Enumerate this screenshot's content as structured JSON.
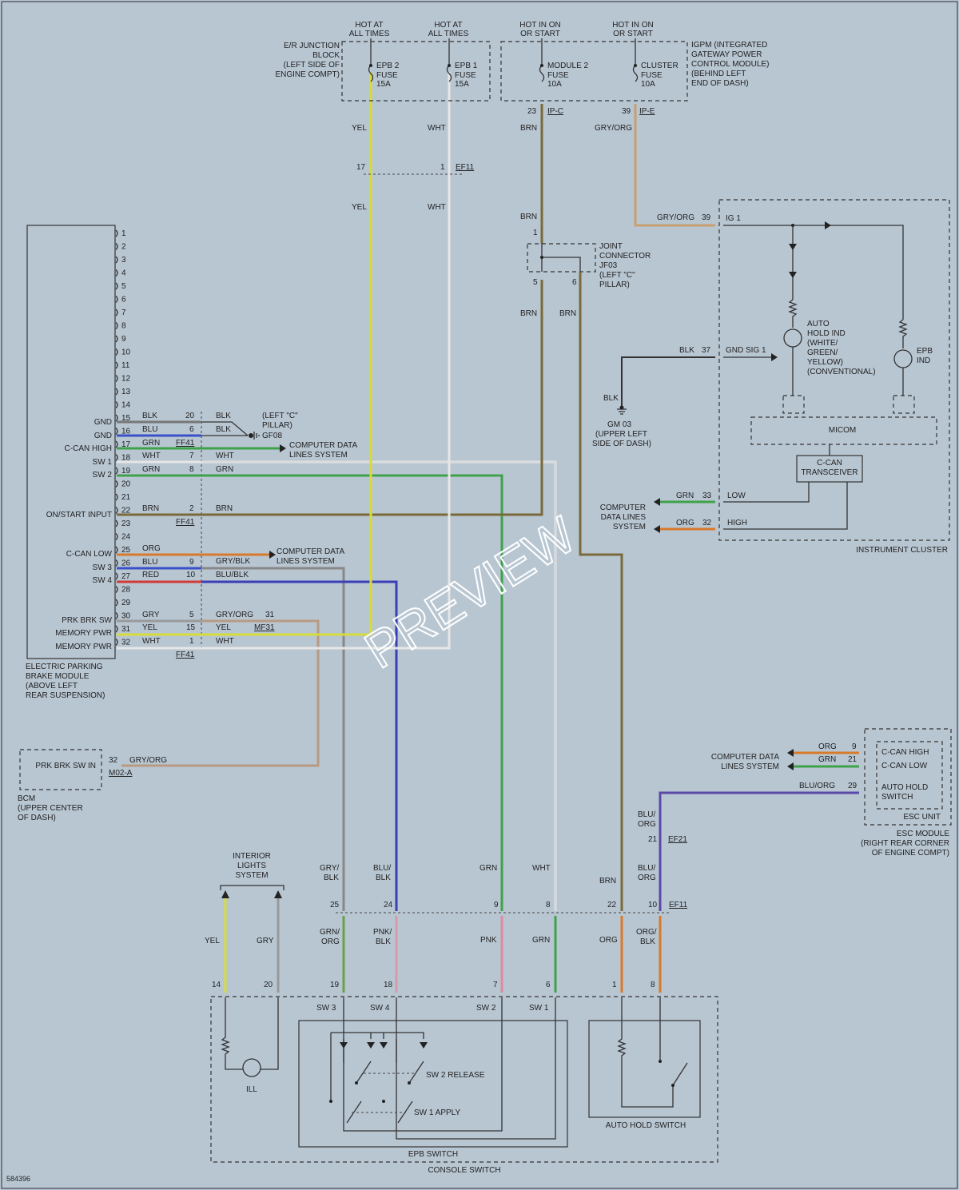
{
  "watermark": "PREVIEW",
  "figure_id": "584396",
  "epb_module": {
    "title": [
      "ELECTRIC PARKING",
      "BRAKE MODULE",
      "(ABOVE LEFT",
      "REAR SUSPENSION)"
    ],
    "pins": [
      "1",
      "2",
      "3",
      "4",
      "5",
      "6",
      "7",
      "8",
      "9",
      "10",
      "11",
      "12",
      "13",
      "14",
      "15",
      "16",
      "17",
      "18",
      "19",
      "20",
      "21",
      "22",
      "23",
      "24",
      "25",
      "26",
      "27",
      "28",
      "29",
      "30",
      "31",
      "32"
    ],
    "labels": {
      "p15": "GND",
      "p16": "GND",
      "p17": "C-CAN HIGH",
      "p18": "SW 1",
      "p19": "SW 2",
      "p22": "ON/START INPUT",
      "p25": "C-CAN LOW",
      "p26": "SW 3",
      "p27": "SW 4",
      "p30": "PRK BRK SW",
      "p31": "MEMORY PWR",
      "p32": "MEMORY PWR"
    }
  },
  "wires": {
    "w15": "BLK",
    "w16": "BLU",
    "w17": "GRN",
    "w18": "WHT",
    "w19": "GRN",
    "w22": "BRN",
    "w25": "ORG",
    "w26": "BLU",
    "w27": "RED",
    "w30": "GRY",
    "w31": "YEL",
    "w32": "WHT",
    "ff_p20": "20",
    "ff_p6": "6",
    "ff_p7": "7",
    "ff_p8": "8",
    "ff_p2": "2",
    "ff_p9": "9",
    "ff_p10": "10",
    "ff_p5": "5",
    "ff_p15": "15",
    "ff_p1": "1",
    "r20": "BLK",
    "r6": "BLK",
    "r7": "WHT",
    "r8": "GRN",
    "r2": "BRN",
    "r9": "GRY/BLK",
    "r10": "BLU/BLK",
    "r5": "GRY/ORG",
    "r15": "YEL",
    "r1": "WHT",
    "mf31_pin": "31"
  },
  "connectors": {
    "ff41": "FF41",
    "mf31": "MF31",
    "ef11": "EF11",
    "ef21": "EF21",
    "ipc": "IP-C",
    "ipe": "IP-E",
    "m02a": "M02-A"
  },
  "ground_gf08": {
    "label": [
      "(LEFT \"C\"",
      "PILLAR)"
    ],
    "id": "GF08"
  },
  "ground_gm03": {
    "id": "GM 03",
    "label": [
      "(UPPER LEFT",
      "SIDE OF DASH)"
    ],
    "wire": "BLK"
  },
  "cdl": [
    "COMPUTER DATA",
    "LINES SYSTEM"
  ],
  "cdl3": [
    "COMPUTER",
    "DATA LINES",
    "SYSTEM"
  ],
  "ej_block": {
    "title": [
      "E/R JUNCTION",
      "BLOCK",
      "(LEFT SIDE OF",
      "ENGINE COMPT)"
    ],
    "hot1": [
      "HOT AT",
      "ALL TIMES"
    ],
    "hot2": [
      "HOT AT",
      "ALL TIMES"
    ],
    "fuse1": [
      "EPB 2",
      "FUSE",
      "15A"
    ],
    "fuse2": [
      "EPB 1",
      "FUSE",
      "15A"
    ]
  },
  "igpm": {
    "title": [
      "IGPM (INTEGRATED",
      "GATEWAY POWER",
      "CONTROL MODULE)",
      "(BEHIND LEFT",
      "END OF DASH)"
    ],
    "hot1": [
      "HOT IN ON",
      "OR START"
    ],
    "hot2": [
      "HOT IN ON",
      "OR START"
    ],
    "fuse1": [
      "MODULE 2",
      "FUSE",
      "10A"
    ],
    "fuse2": [
      "CLUSTER",
      "FUSE",
      "10A"
    ],
    "pin1": "23",
    "pin2": "39"
  },
  "top_wires": {
    "yel": "YEL",
    "wht": "WHT",
    "brn": "BRN",
    "gryorg": "GRY/ORG",
    "ef11_p17": "17",
    "ef11_p1": "1",
    "brn2": "BRN",
    "jp1": "1",
    "jp5": "5",
    "jp6": "6",
    "brn3": "BRN",
    "brn4": "BRN",
    "brn5": "BRN"
  },
  "joint": [
    "JOINT",
    "CONNECTOR",
    "JF03",
    "(LEFT \"C\"",
    "PILLAR)"
  ],
  "cluster": {
    "title": "INSTRUMENT CLUSTER",
    "p39": "39",
    "ig1": "IG 1",
    "gryorg": "GRY/ORG",
    "p37": "37",
    "gnd_sig": "GND SIG 1",
    "blk": "BLK",
    "auto_hold": [
      "AUTO",
      "HOLD IND",
      "(WHITE/",
      "GREEN/",
      "YELLOW)",
      "(CONVENTIONAL)"
    ],
    "epb_ind": [
      "EPB",
      "IND"
    ],
    "micom": "MICOM",
    "ccan": [
      "C-CAN",
      "TRANSCEIVER"
    ],
    "p33": "33",
    "low": "LOW",
    "grn": "GRN",
    "p32": "32",
    "high": "HIGH",
    "org": "ORG"
  },
  "bcm": {
    "title": [
      "BCM",
      "(UPPER CENTER",
      "OF DASH)"
    ],
    "pin_label": "PRK BRK SW IN",
    "pin": "32",
    "wire": "GRY/ORG"
  },
  "esc": {
    "unit": "ESC UNIT",
    "module": [
      "ESC MODULE",
      "(RIGHT REAR CORNER",
      "OF ENGINE COMPT)"
    ],
    "ch": "C-CAN HIGH",
    "cl": "C-CAN LOW",
    "ah": [
      "AUTO HOLD",
      "SWITCH"
    ],
    "p9": "9",
    "p21": "21",
    "p29": "29",
    "org": "ORG",
    "grn": "GRN",
    "bluorg": "BLU/ORG"
  },
  "ef21_wire": [
    "BLU/",
    "ORG"
  ],
  "ef21_pin": "21",
  "mid": {
    "gryblk": [
      "GRY/",
      "BLK"
    ],
    "blublk": [
      "BLU/",
      "BLK"
    ],
    "grn": "GRN",
    "wht": "WHT",
    "brn": "BRN",
    "bluorg": [
      "BLU/",
      "ORG"
    ],
    "p25": "25",
    "p24": "24",
    "p9": "9",
    "p8": "8",
    "p22": "22",
    "p10": "10",
    "grnorg": [
      "GRN/",
      "ORG"
    ],
    "pnkblk": [
      "PNK/",
      "BLK"
    ],
    "pnk": "PNK",
    "grn2": "GRN",
    "org": "ORG",
    "orgblk": [
      "ORG/",
      "BLK"
    ]
  },
  "interior": [
    "INTERIOR",
    "LIGHTS",
    "SYSTEM"
  ],
  "bottom": {
    "yel": "YEL",
    "gry": "GRY",
    "p14": "14",
    "p20": "20",
    "p19": "19",
    "p18": "18",
    "p7": "7",
    "p6": "6",
    "p1": "1",
    "p8": "8",
    "sw3": "SW 3",
    "sw4": "SW 4",
    "sw2": "SW 2",
    "sw1": "SW 1",
    "sw2rel": "SW 2 RELEASE",
    "sw1app": "SW 1 APPLY",
    "ill": "ILL",
    "epb_switch": "EPB SWITCH",
    "auto_hold_switch": "AUTO HOLD SWITCH",
    "console": "CONSOLE SWITCH"
  }
}
